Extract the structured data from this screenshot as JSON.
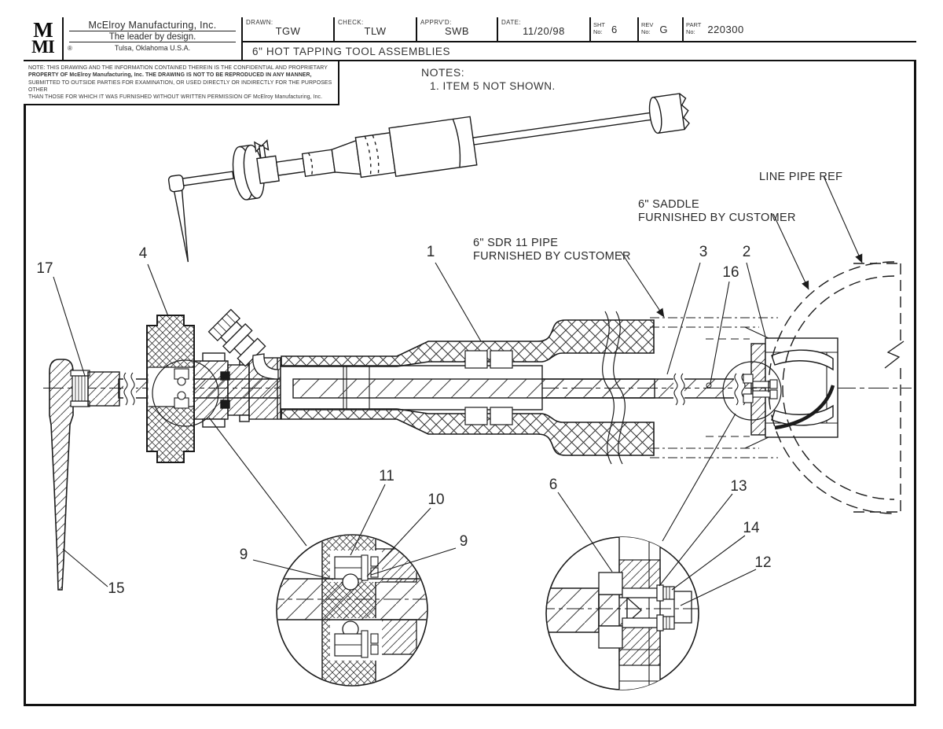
{
  "title_block": {
    "logo_top": "M",
    "logo_bottom": "MI",
    "registered": "®",
    "company_name": "McElroy Manufacturing, Inc.",
    "tagline": "The leader by design.",
    "location": "Tulsa, Oklahoma U.S.A.",
    "fields": {
      "drawn_label": "DRAWN:",
      "drawn": "TGW",
      "check_label": "CHECK:",
      "check": "TLW",
      "apprvd_label": "APPRV'D:",
      "apprvd": "SWB",
      "date_label": "DATE:",
      "date": "11/20/98",
      "sht_label": "SHT",
      "rev_label": "REV",
      "part_label": "PART",
      "no_label": "No:",
      "sht": "6",
      "rev": "G",
      "part": "220300"
    },
    "drawing_title": "6\" HOT TAPPING TOOL ASSEMBLIES"
  },
  "proprietary_note": {
    "lines": [
      "NOTE: THIS DRAWING AND THE INFORMATION CONTAINED THEREIN IS THE CONFIDENTIAL AND PROPRIETARY",
      "PROPERTY OF McElroy Manufacturing, Inc. THE DRAWING IS NOT TO BE REPRODUCED IN ANY MANNER,",
      "SUBMITTED TO OUTSIDE PARTIES FOR EXAMINATION, OR USED DIRECTLY OR INDIRECTLY FOR THE PURPOSES OTHER",
      "THAN THOSE FOR WHICH IT WAS FURNISHED WITHOUT WRITTEN PERMISSION OF McElroy Manufacturing, Inc."
    ]
  },
  "notes": {
    "heading": "NOTES:",
    "items": [
      "1. ITEM 5 NOT SHOWN."
    ]
  },
  "labels": {
    "line_pipe_ref": "LINE PIPE REF",
    "saddle_1": "6\" SADDLE",
    "saddle_2": "FURNISHED BY CUSTOMER",
    "sdr_1": "6\" SDR 11 PIPE",
    "sdr_2": "FURNISHED BY CUSTOMER"
  },
  "callouts": [
    {
      "item": "17"
    },
    {
      "item": "4"
    },
    {
      "item": "1"
    },
    {
      "item": "3"
    },
    {
      "item": "16"
    },
    {
      "item": "2"
    },
    {
      "item": "15"
    },
    {
      "item": "9"
    },
    {
      "item": "11"
    },
    {
      "item": "10"
    },
    {
      "item": "9"
    },
    {
      "item": "6"
    },
    {
      "item": "13"
    },
    {
      "item": "14"
    },
    {
      "item": "12"
    }
  ],
  "colors": {
    "ink": "#1b1b1b",
    "paper": "#ffffff"
  }
}
